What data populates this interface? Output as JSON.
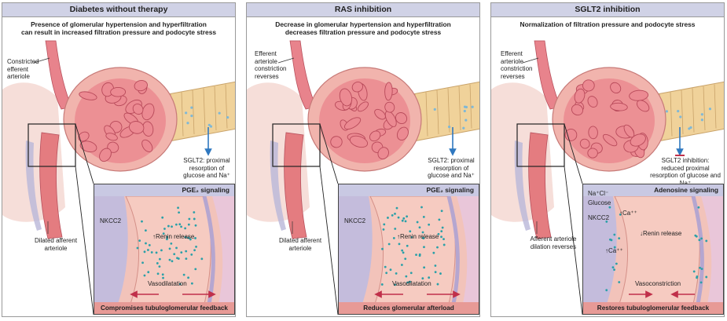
{
  "panels": [
    {
      "title": "Diabetes without therapy",
      "subtitle": [
        "Presence of glomerular hypertension and hyperfiltration",
        "can result in increased filtration pressure and podocyte stress"
      ],
      "efferent_label": [
        "Constricted",
        "efferent",
        "arteriole"
      ],
      "sglt2_label": [
        "SGLT2: proximal",
        "resorption of",
        "glucose and Na⁺"
      ],
      "afferent_label": [
        "Dilated afferent",
        "arteriole"
      ],
      "inset_header": "PGE₂ signaling",
      "inset_labels": {
        "nkcc2": "NKCC2",
        "renin": "↑Renin release",
        "vaso": "Vasodilatation"
      },
      "inset_footer": "Compromises tubuloglomerular feedback"
    },
    {
      "title": "RAS inhibition",
      "subtitle": [
        "Decrease in glomerular hypertension and hyperfiltration",
        "decreases filtration pressure and podocyte stress"
      ],
      "efferent_label": [
        "Efferent",
        "arteriole",
        "constriction",
        "reverses"
      ],
      "sglt2_label": [
        "SGLT2: proximal",
        "resorption of",
        "glucose and Na⁺"
      ],
      "afferent_label": [
        "Dilated afferent",
        "arteriole"
      ],
      "inset_header": "PGE₂ signaling",
      "inset_labels": {
        "nkcc2": "NKCC2",
        "renin": "↑Renin release",
        "vaso": "Vasodilatation"
      },
      "inset_footer": "Reduces glomerular afterload"
    },
    {
      "title": "SGLT2 inhibition",
      "subtitle": [
        "Normalization of filtration pressure and podocyte stress"
      ],
      "efferent_label": [
        "Efferent",
        "arteriole",
        "constriction",
        "reverses"
      ],
      "sglt2_label": [
        "SGLT2 inhibition:",
        "reduced proximal",
        "resorption of glucose and Na⁺"
      ],
      "afferent_label": [
        "Afferent arteriole",
        "dilation reverses"
      ],
      "inset_header": "Adenosine signaling",
      "inset_labels": {
        "nacl": "Na⁺Cl⁻",
        "glucose": "Glucose",
        "nkcc2": "NKCC2",
        "ca_up": "↑Ca⁺⁺",
        "renin": "↓Renin release",
        "ca_up2": "↑Ca⁺⁺",
        "vaso": "Vasoconstriction"
      },
      "inset_footer": "Restores tubuloglomerular feedback"
    }
  ],
  "colors": {
    "title_bar": "#d0d2e6",
    "tissue": "#f2c3ba",
    "glomerulus": "#e8737f",
    "tubule": "#f0d29a",
    "footer": "#e79a96",
    "arrow_blue": "#2f78c0",
    "arrow_red": "#c0304a",
    "dot": "#2aa0a8"
  }
}
